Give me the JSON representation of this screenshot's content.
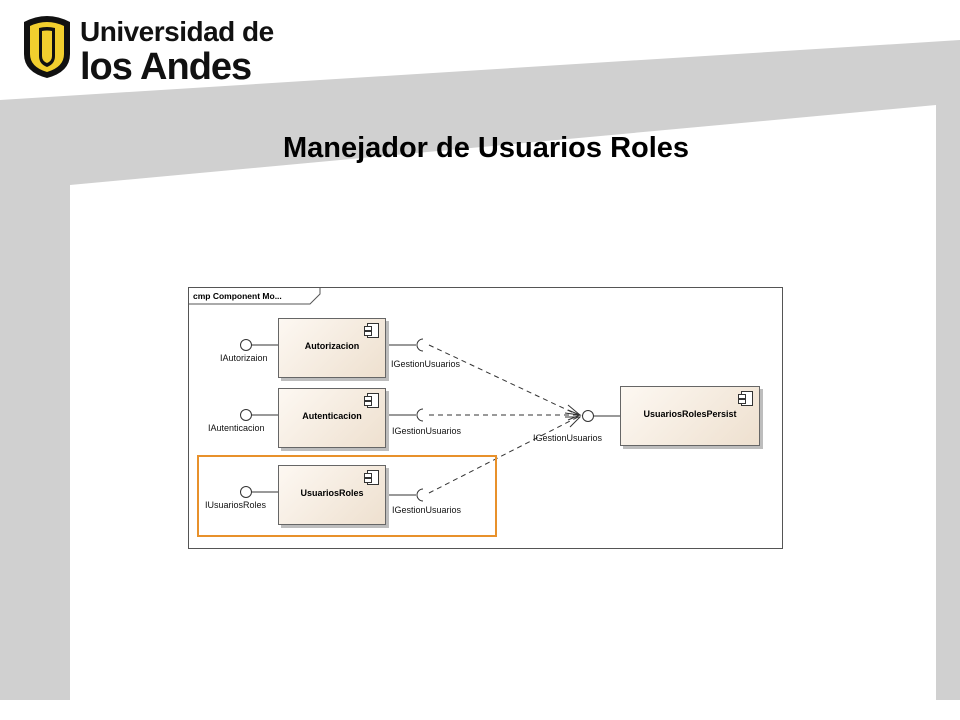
{
  "logo": {
    "line1": "Universidad de",
    "line2": "los Andes"
  },
  "title": "Manejador de Usuarios Roles",
  "diagram": {
    "frame_label": "cmp Component Mo...",
    "components": {
      "autorizacion": "Autorizacion",
      "autenticacion": "Autenticacion",
      "usuarios_roles": "UsuariosRoles",
      "persist": "UsuariosRolesPersist"
    },
    "provided_interfaces": {
      "autorizacion": "IAutorizaion",
      "autenticacion": "IAutenticacion",
      "usuarios_roles": "IUsuariosRoles",
      "persist": "IGestionUsuarios"
    },
    "required_interfaces": {
      "autorizacion": "IGestionUsuarios",
      "autenticacion": "IGestionUsuarios",
      "usuarios_roles": "IGestionUsuarios"
    }
  },
  "colors": {
    "highlight": "#e8912b",
    "band": "#cfcfcf",
    "component_fill": "#f4ebe0"
  }
}
